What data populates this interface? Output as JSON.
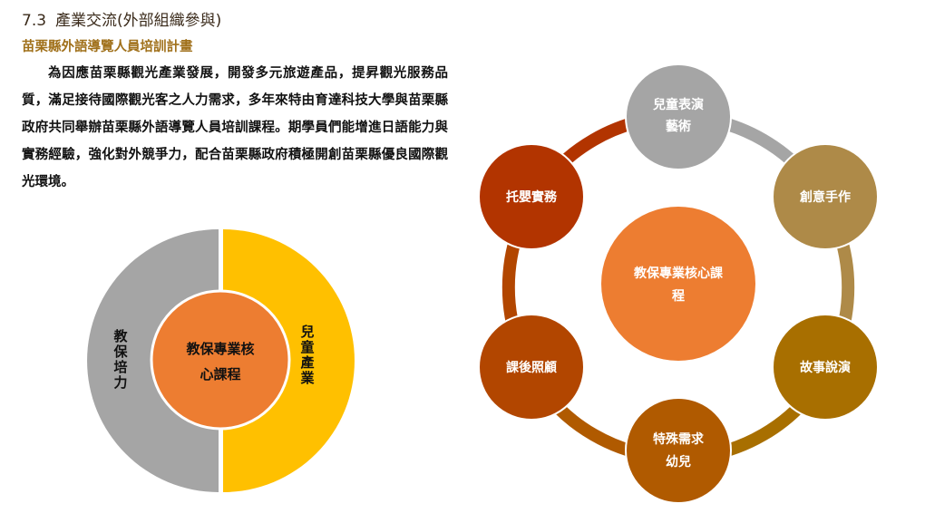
{
  "section": {
    "number": "7.3",
    "title": "產業交流(外部組織參與)",
    "subtitle": "苗栗縣外語導覽人員培訓計畫",
    "paragraph": "為因應苗栗縣觀光產業發展，開發多元旅遊產品，提昇觀光服務品質，滿足接待國際觀光客之人力需求，多年來特由育達科技大學與苗栗縣政府共同舉辦苗栗縣外語導覽人員培訓課程。期學員們能增進日語能力與實務經驗，強化對外競爭力，配合苗栗縣政府積極開創苗栗縣優良國際觀光環境。"
  },
  "donut_diagram": {
    "center": {
      "line1": "教保專業核",
      "line2": "心課程",
      "color": "#ED7D31"
    },
    "left": {
      "label": [
        "教",
        "保",
        "培",
        "力"
      ],
      "color": "#A5A5A5"
    },
    "right": {
      "label": [
        "兒",
        "童",
        "產",
        "業"
      ],
      "color": "#FFC000"
    }
  },
  "cycle_diagram": {
    "center": {
      "line1": "教保專業核心課",
      "line2": "程",
      "color": "#ED7D31"
    },
    "nodes": [
      {
        "line1": "兒童表演",
        "line2": "藝術",
        "color": "#A5A5A5"
      },
      {
        "line1": "創意手作",
        "line2": "",
        "color": "#AE8A48"
      },
      {
        "line1": "故事說演",
        "line2": "",
        "color": "#A86F00"
      },
      {
        "line1": "特殊需求",
        "line2": "幼兒",
        "color": "#B05A00"
      },
      {
        "line1": "課後照顧",
        "line2": "",
        "color": "#B24600"
      },
      {
        "line1": "托嬰實務",
        "line2": "",
        "color": "#B23400"
      }
    ],
    "arcs": [
      {
        "color": "#A5A5A5"
      },
      {
        "color": "#AE8A48"
      },
      {
        "color": "#A86F00"
      },
      {
        "color": "#B05A00"
      },
      {
        "color": "#B24600"
      },
      {
        "color": "#B23400"
      }
    ]
  }
}
